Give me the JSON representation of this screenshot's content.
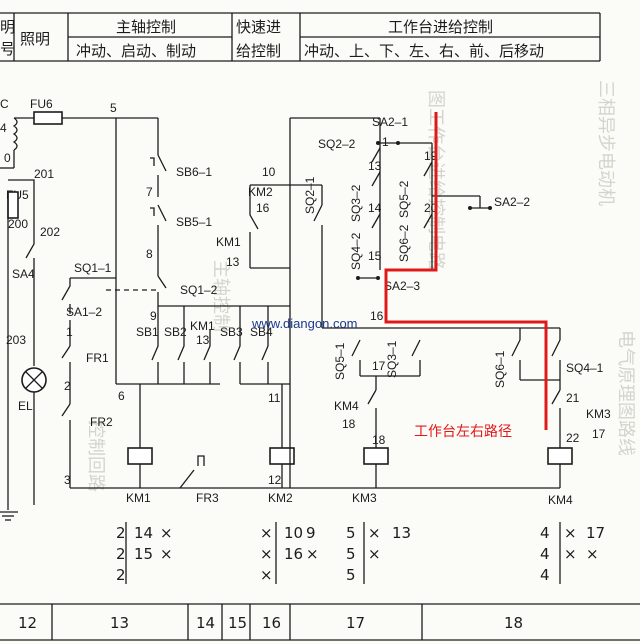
{
  "header": {
    "cols": [
      {
        "key": "cut",
        "line1": "明",
        "line2": "号"
      },
      {
        "key": "light",
        "line1": "照明",
        "line2": ""
      },
      {
        "key": "spindle",
        "line1": "主轴控制",
        "line2": "冲动、启动、制动"
      },
      {
        "key": "rapid",
        "line1": "快速进",
        "line2": "给控制"
      },
      {
        "key": "table",
        "line1": "工作台进给控制",
        "line2": "冲动、上、下、左、右、前、后移动"
      }
    ]
  },
  "footer": {
    "cells": [
      "12",
      "13",
      "14",
      "15",
      "16",
      "17",
      "18"
    ]
  },
  "labels": {
    "fu6": "FU6",
    "n5": "5",
    "fu5": "FU5",
    "n201": "201",
    "n200": "200",
    "n202": "202",
    "sa4": "SA4",
    "n203": "203",
    "el": "EL",
    "sq1_1": "SQ1–1",
    "sa1_2": "SA1–2",
    "n1": "1",
    "fr1": "FR1",
    "n2": "2",
    "fr2": "FR2",
    "n3": "3",
    "sb6_1": "SB6–1",
    "n7": "7",
    "sb5_1": "SB5–1",
    "n8": "8",
    "n9": "9",
    "sq1_2": "SQ1–2",
    "sb1": "SB1",
    "sb2": "SB2",
    "km1c": "KM1",
    "n13": "13",
    "sb3": "SB3",
    "sb4": "SB4",
    "n6": "6",
    "n10": "10",
    "km2c": "KM2",
    "n16": "16",
    "km1n": "KM1",
    "n13b": "13",
    "n11": "11",
    "n12": "12",
    "sq2_1": "SQ2–1",
    "sq2_2": "SQ2–2",
    "sa2_1": "SA2–1",
    "sq3_2": "SQ3–2",
    "sq4_2": "SQ4–2",
    "sq5_2": "SQ5–2",
    "sq6_2": "SQ6–2",
    "n1b": "1",
    "n13c": "13",
    "n14": "14",
    "n15": "15",
    "n19": "19",
    "n20": "20",
    "sa2_2": "SA2–2",
    "sa2_3": "SA2–3",
    "n16b": "16",
    "sq5_1": "SQ5–1",
    "sq3_1": "SQ3–1",
    "n17": "17",
    "km4c": "KM4",
    "n18": "18",
    "n18b": "18",
    "sq6_1": "SQ6–1",
    "sq4_1": "SQ4–1",
    "n21": "21",
    "km3c": "KM3",
    "n17b": "17",
    "n22": "22",
    "km1": "KM1",
    "fr3": "FR3",
    "km2": "KM2",
    "km3": "KM3",
    "km4": "KM4",
    "path_note": "工作台左右路径",
    "watermark": "www.diangon.com",
    "c4": "4",
    "c0": "0"
  },
  "contact_tables": {
    "km1": [
      [
        "2",
        "14",
        "×"
      ],
      [
        "2",
        "15",
        "×"
      ],
      [
        "2",
        "",
        ""
      ]
    ],
    "km2": [
      [
        "×",
        "10",
        "9"
      ],
      [
        "×",
        "16",
        "×"
      ],
      [
        "×",
        "",
        ""
      ]
    ],
    "km3": [
      [
        "5",
        "×",
        "13"
      ],
      [
        "5",
        "×",
        ""
      ],
      [
        "5",
        "",
        ""
      ]
    ],
    "km4": [
      [
        "4",
        "×",
        "17"
      ],
      [
        "4",
        "×",
        "×"
      ],
      [
        "4",
        "",
        ""
      ]
    ]
  }
}
